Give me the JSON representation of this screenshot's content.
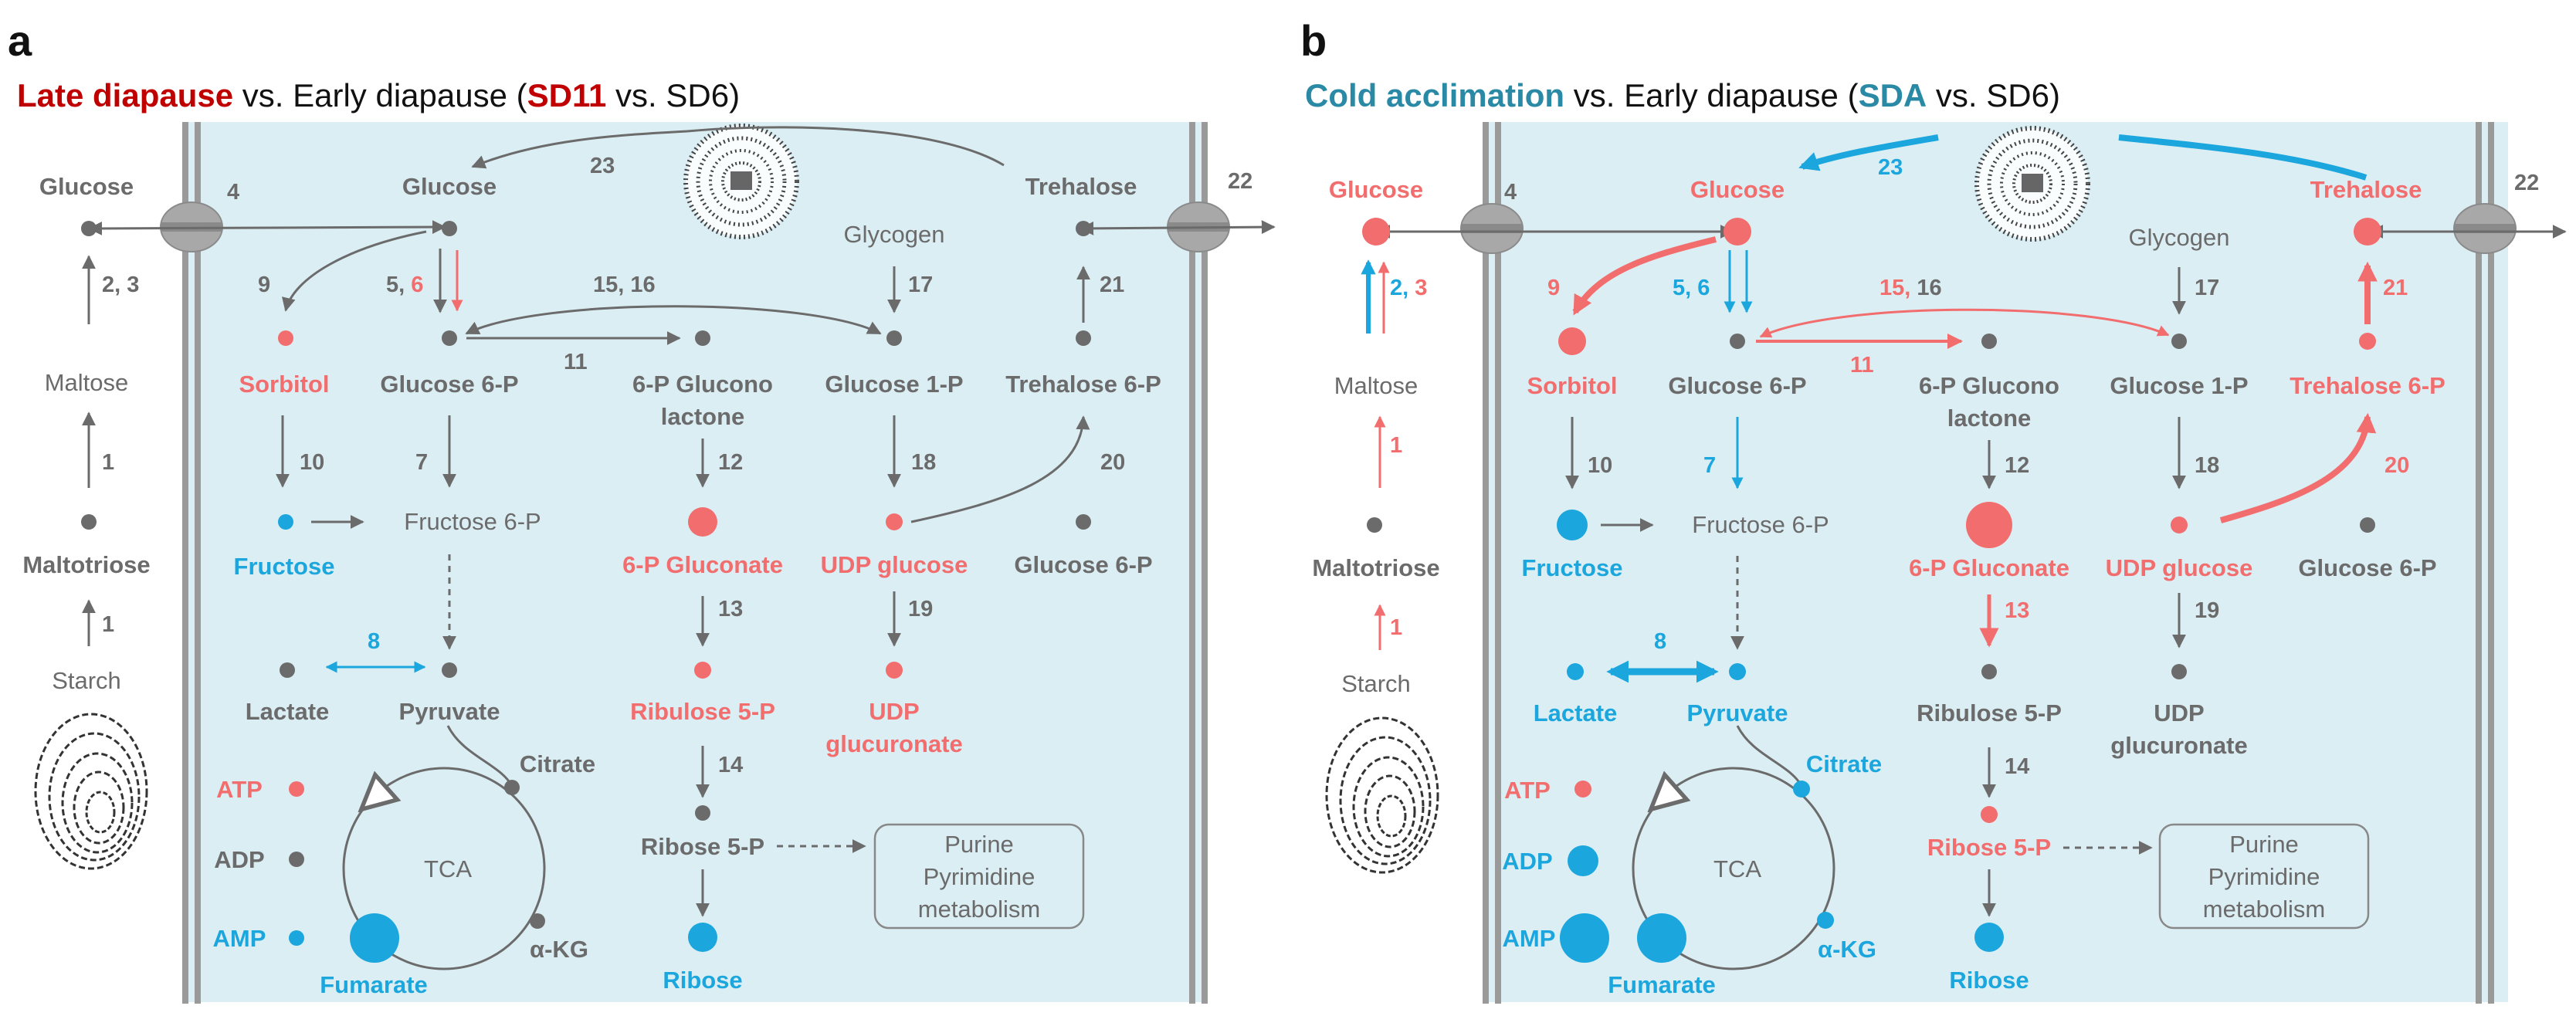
{
  "colors": {
    "up": "#f26d6d",
    "down": "#1ba6dd",
    "neutral": "#6b6b6b",
    "cell": "#dbeef4",
    "membrane": "#9a9a9a",
    "title_a_accent": "#c00000",
    "title_b_accent": "#2a8aa6"
  },
  "panels": [
    {
      "letter": "a",
      "title": {
        "p1": "Late diapause",
        "p2": " vs. Early diapause (",
        "p3": "SD11",
        "p4": " vs. SD6)"
      },
      "transporters": {
        "left": "4",
        "right": "22"
      },
      "metabolites": {
        "glucose_out": "Glucose",
        "glucose_in": "Glucose",
        "glycogen": "Glycogen",
        "trehalose": "Trehalose",
        "sorbitol": "Sorbitol",
        "glucose6p": "Glucose 6-P",
        "gluconolactone_1": "6-P Glucono",
        "gluconolactone_2": "lactone",
        "glucose1p": "Glucose 1-P",
        "trehalose6p": "Trehalose 6-P",
        "maltose": "Maltose",
        "maltotriose": "Maltotriose",
        "starch": "Starch",
        "fructose": "Fructose",
        "fructose6p": "Fructose 6-P",
        "gluconate6p": "6-P Gluconate",
        "udpglucose": "UDP glucose",
        "glucose6p_b": "Glucose 6-P",
        "lactate": "Lactate",
        "pyruvate": "Pyruvate",
        "ribulose5p": "Ribulose 5-P",
        "udp_1": "UDP",
        "udp_2": "glucuronate",
        "citrate": "Citrate",
        "atp": "ATP",
        "adp": "ADP",
        "amp": "AMP",
        "tca": "TCA",
        "akg": "α-KG",
        "fumarate": "Fumarate",
        "ribose5p": "Ribose 5-P",
        "ribose": "Ribose",
        "purine_1": "Purine",
        "purine_2": "Pyrimidine",
        "purine_3": "metabolism"
      },
      "enzymes": {
        "e23": "23",
        "e2": "2, 3",
        "e9": "9",
        "e5": "5, ",
        "e6": "6",
        "e15": "15, 16",
        "e17": "17",
        "e21": "21",
        "e11": "11",
        "e10": "10",
        "e7": "7",
        "e12": "12",
        "e18": "18",
        "e20": "20",
        "e1a": "1",
        "e8": "8",
        "e13": "13",
        "e19": "19",
        "e1b": "1",
        "e14": "14"
      }
    },
    {
      "letter": "b",
      "title": {
        "p1": "Cold acclimation",
        "p2": " vs. Early diapause (",
        "p3": "SDA",
        "p4": " vs. SD6)"
      },
      "transporters": {
        "left": "4",
        "right": "22"
      },
      "metabolites": {
        "glucose_out": "Glucose",
        "glucose_in": "Glucose",
        "glycogen": "Glycogen",
        "trehalose": "Trehalose",
        "sorbitol": "Sorbitol",
        "glucose6p": "Glucose 6-P",
        "gluconolactone_1": "6-P Glucono",
        "gluconolactone_2": "lactone",
        "glucose1p": "Glucose 1-P",
        "trehalose6p": "Trehalose 6-P",
        "maltose": "Maltose",
        "maltotriose": "Maltotriose",
        "starch": "Starch",
        "fructose": "Fructose",
        "fructose6p": "Fructose 6-P",
        "gluconate6p": "6-P Gluconate",
        "udpglucose": "UDP glucose",
        "glucose6p_b": "Glucose 6-P",
        "lactate": "Lactate",
        "pyruvate": "Pyruvate",
        "ribulose5p": "Ribulose 5-P",
        "udp_1": "UDP",
        "udp_2": "glucuronate",
        "citrate": "Citrate",
        "atp": "ATP",
        "adp": "ADP",
        "amp": "AMP",
        "tca": "TCA",
        "akg": "α-KG",
        "fumarate": "Fumarate",
        "ribose5p": "Ribose 5-P",
        "ribose": "Ribose",
        "purine_1": "Purine",
        "purine_2": "Pyrimidine",
        "purine_3": "metabolism"
      },
      "enzymes": {
        "e23": "23",
        "e2": "2, ",
        "e3": "3",
        "e9": "9",
        "e5": "5, 6",
        "e15": "15, ",
        "e16": "16",
        "e17": "17",
        "e21": "21",
        "e11": "11",
        "e10": "10",
        "e7": "7",
        "e12": "12",
        "e18": "18",
        "e20": "20",
        "e1a": "1",
        "e8": "8",
        "e13": "13",
        "e19": "19",
        "e1b": "1",
        "e14": "14"
      }
    }
  ]
}
